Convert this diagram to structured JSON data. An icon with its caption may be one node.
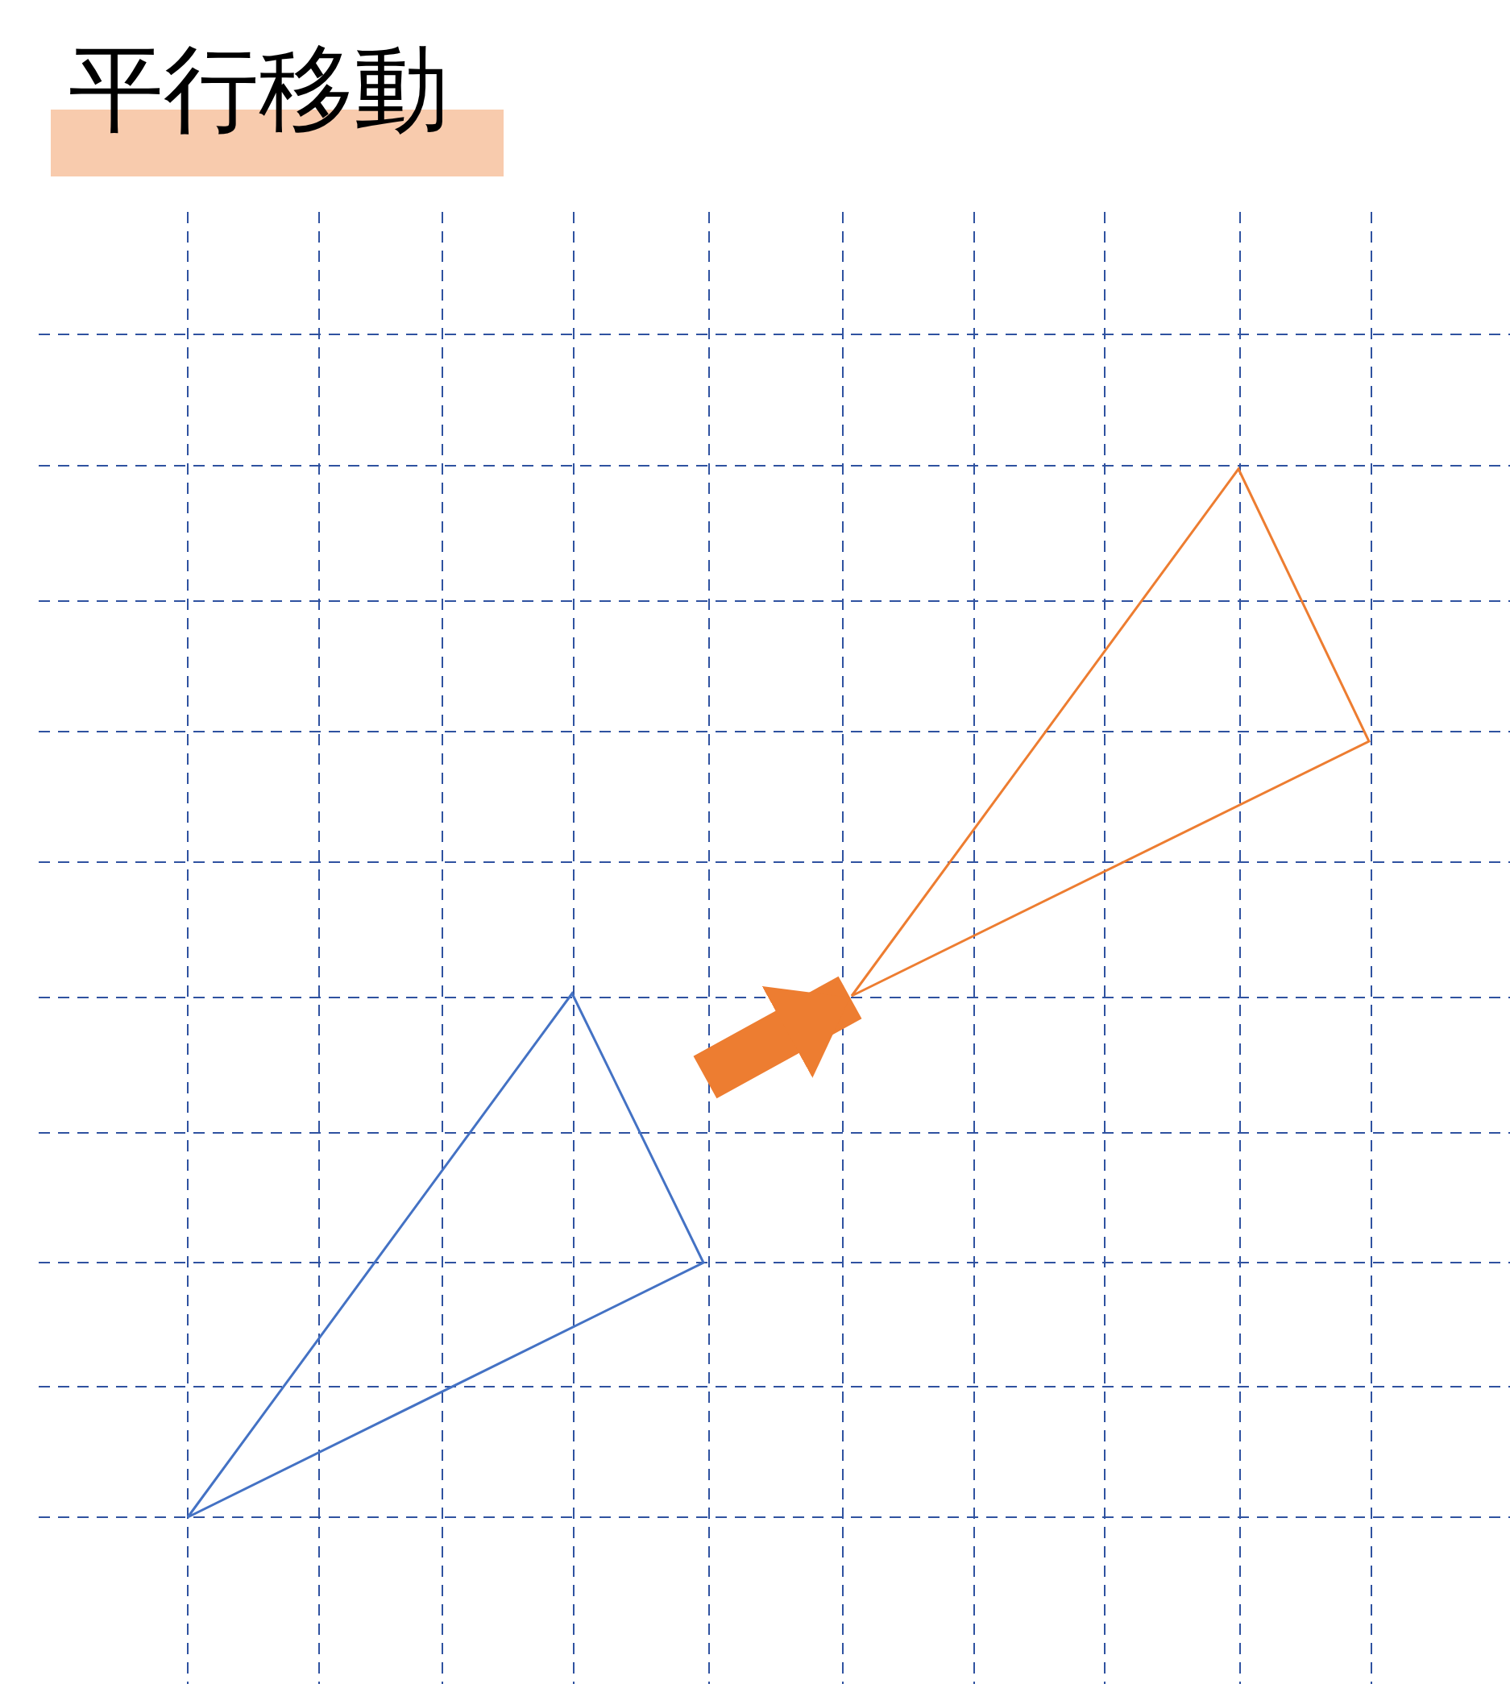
{
  "diagram": {
    "title": "平行移動",
    "nodes": [
      {
        "text": [],
        "shape": "triangle"
      },
      {
        "text": [],
        "shape": "triangle"
      }
    ],
    "edges": [
      {
        "from": 0,
        "to": 1,
        "arrow": "to",
        "color": "#ed7d31"
      }
    ]
  }
}
